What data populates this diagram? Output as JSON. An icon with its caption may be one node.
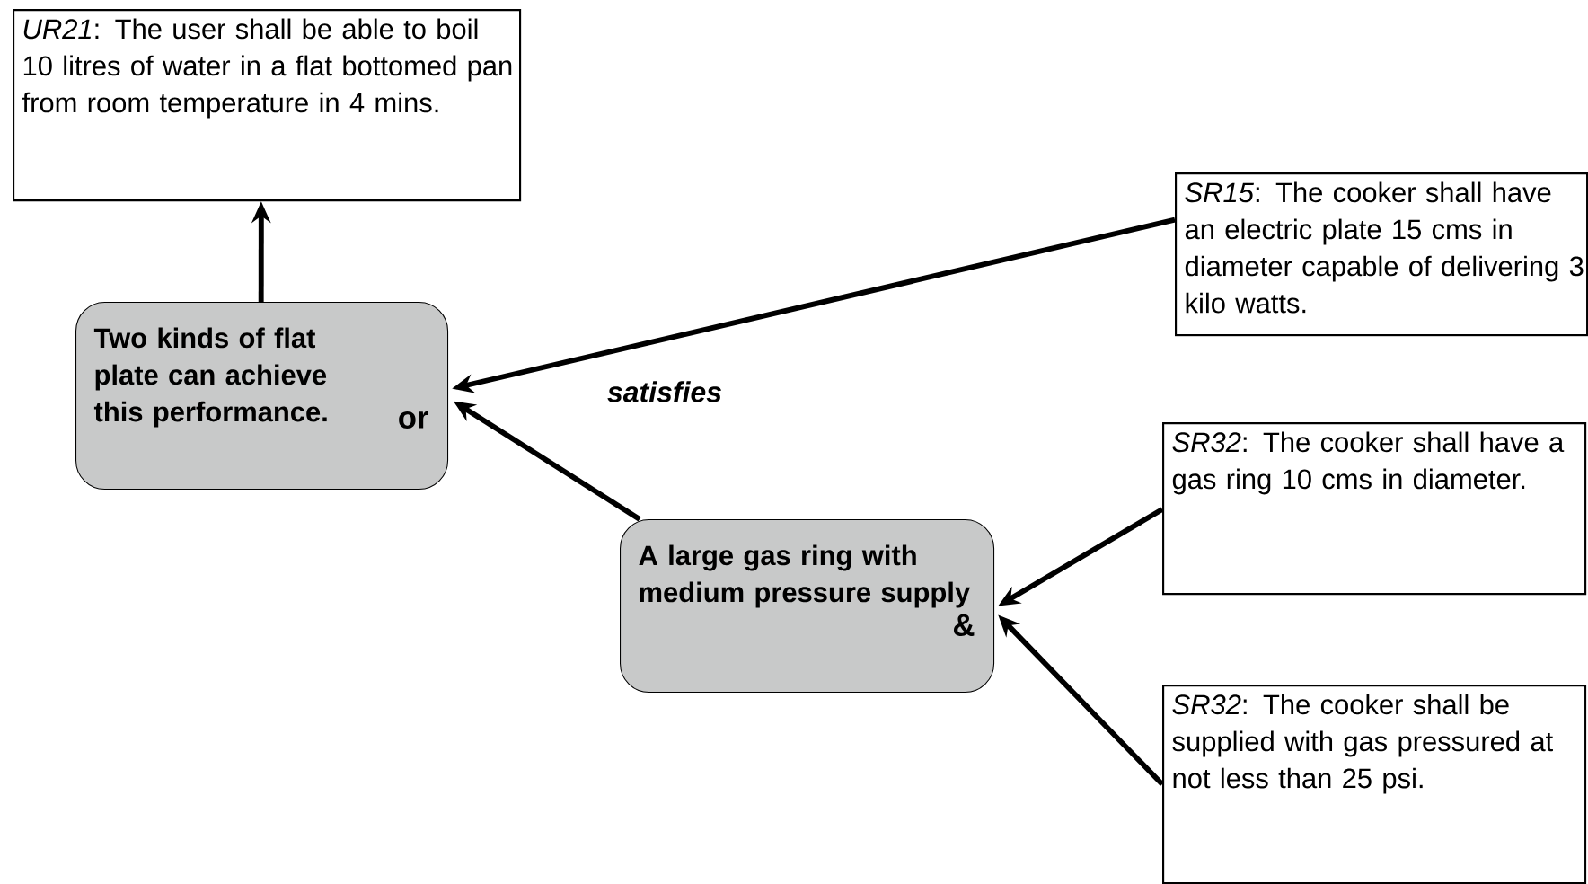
{
  "diagram": {
    "nodes": [
      {
        "text": [
          "*UR21*: The user shall be able to boil 10 litres of water in a flat bottomed pan from room temperature in 4 mins."
        ]
      },
      {
        "text": [
          "Two kinds of flat plate can achieve this performance.",
          "or"
        ]
      },
      {
        "text": [
          "*SR15*: The cooker shall have an electric plate 15 cms in diameter capable of delivering 3 kilo watts."
        ]
      },
      {
        "text": [
          "A large gas ring with medium pressure supply",
          "&"
        ]
      },
      {
        "text": [
          "*SR32*: The cooker shall have a gas ring 10 cms in diameter."
        ]
      },
      {
        "text": [
          "*SR32*: The cooker shall be supplied with gas pressured at not less than 25 psi."
        ]
      }
    ],
    "edges": [
      {
        "from": 1,
        "to": 0,
        "arrow": "to"
      },
      {
        "from": 2,
        "to": 1,
        "arrow": "to"
      },
      {
        "from": 3,
        "to": 1,
        "arrow": "to"
      },
      {
        "from": 4,
        "to": 3,
        "arrow": "to"
      },
      {
        "from": 5,
        "to": 3,
        "arrow": "to"
      }
    ],
    "labels": [
      "satisfies"
    ]
  }
}
